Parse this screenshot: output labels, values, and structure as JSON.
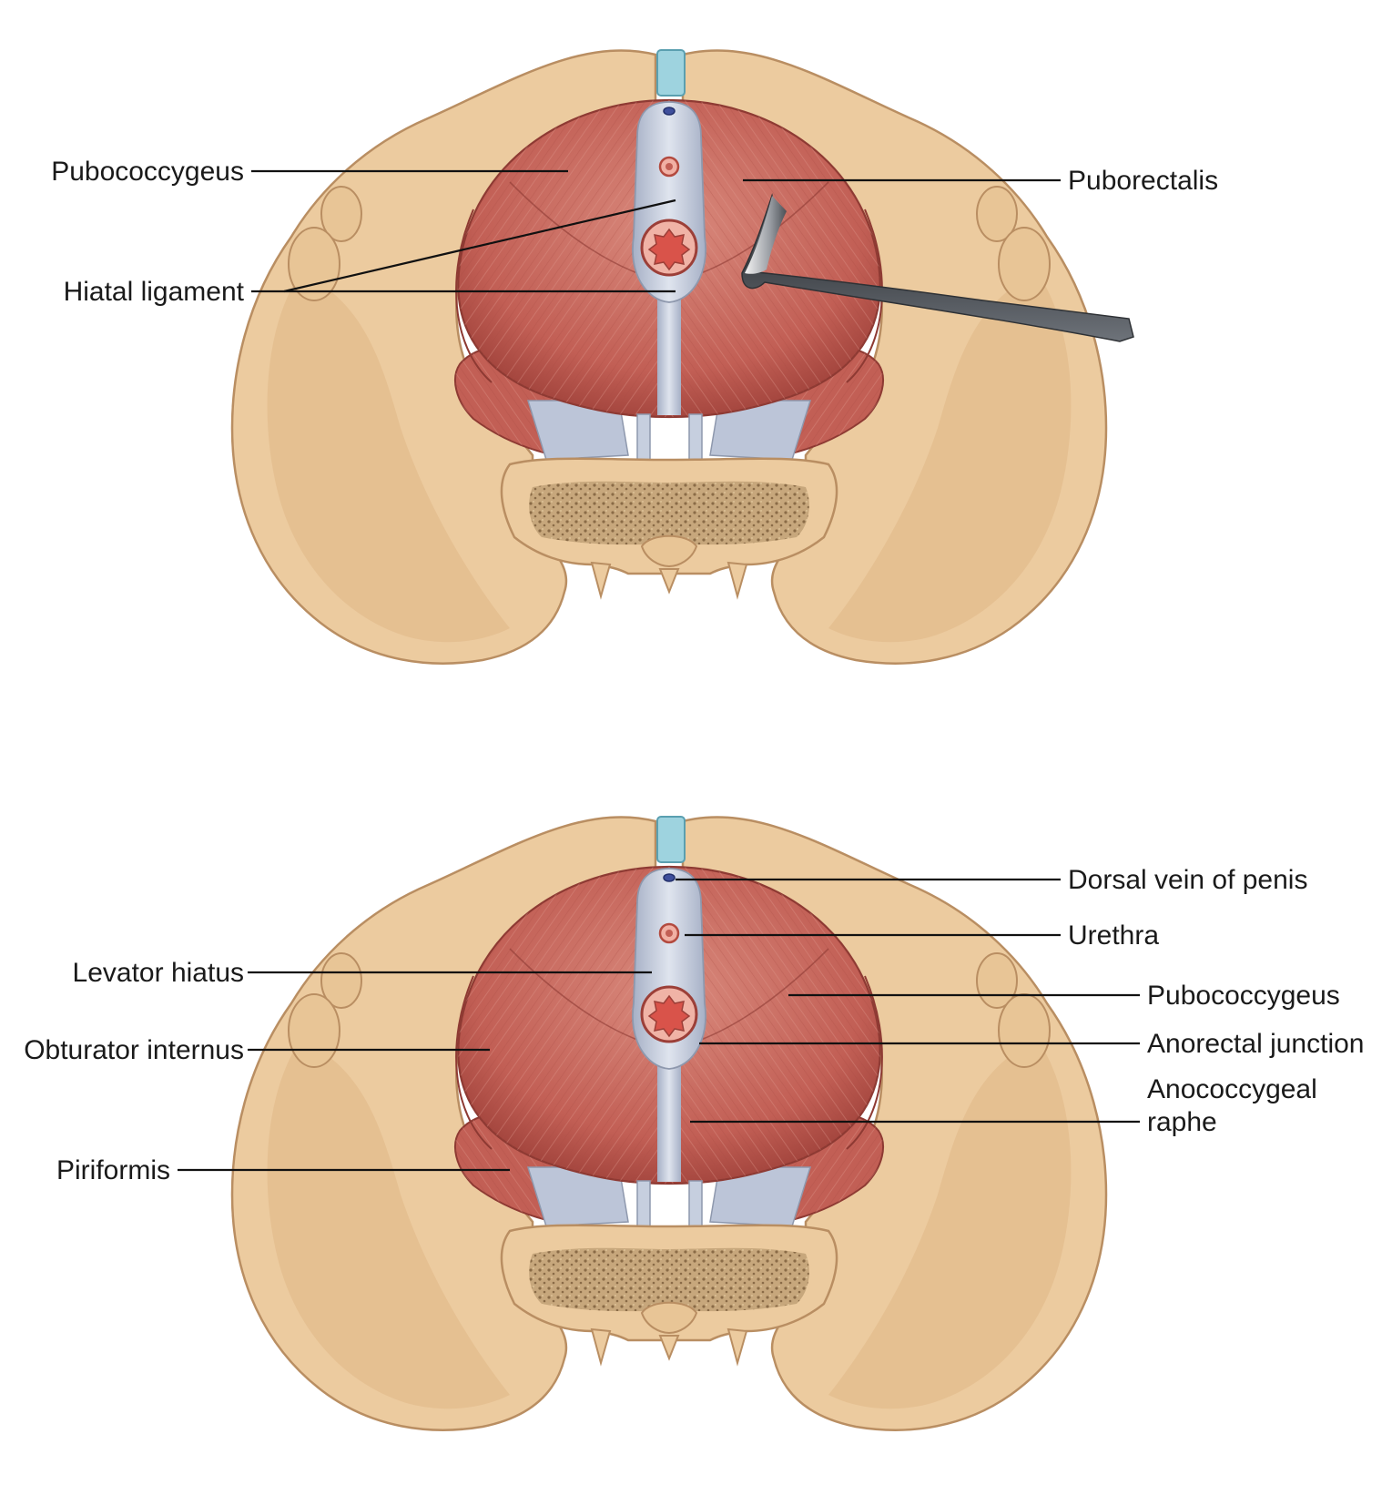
{
  "colors": {
    "bone": "#eccb9f",
    "bone_edge": "#b98e62",
    "bone_shadow": "#d6ae7f",
    "muscle": "#c25f55",
    "muscle_light": "#d98a7d",
    "muscle_dark": "#9c3f38",
    "ligament": "#b9c3d6",
    "ligament_light": "#d7dde9",
    "cartilage": "#9ed3df",
    "spongy": "#a2845f",
    "instrument": "#555a60",
    "leader": "#111111"
  },
  "panels": {
    "top": {
      "labels": {
        "pubococcygeus": "Pubococcygeus",
        "puborectalis": "Puborectalis",
        "hiatal_ligament": "Hiatal ligament"
      }
    },
    "bottom": {
      "labels": {
        "dorsal_vein": "Dorsal vein of penis",
        "urethra": "Urethra",
        "levator_hiatus": "Levator hiatus",
        "pubococcygeus": "Pubococcygeus",
        "obturator_internus": "Obturator internus",
        "anorectal_junction": "Anorectal junction",
        "anococcygeal_raphe_line1": "Anococcygeal",
        "anococcygeal_raphe_line2": "raphe",
        "piriformis": "Piriformis"
      }
    }
  }
}
